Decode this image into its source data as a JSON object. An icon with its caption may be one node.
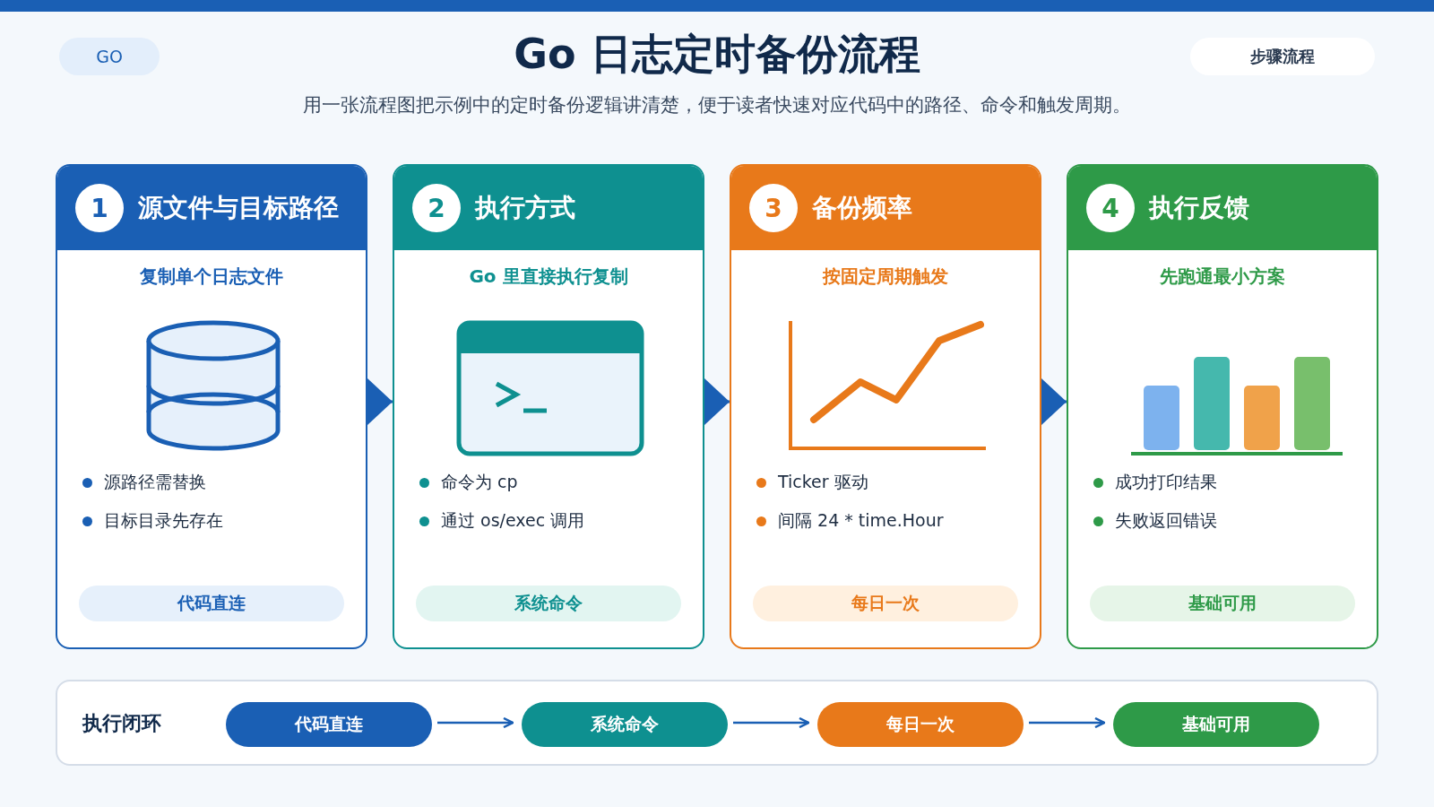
{
  "diagram": {
    "title": "Go 日志定时备份流程",
    "nodes": [
      {
        "text": [
          "1",
          "源文件与目标路径",
          "复制单个日志文件",
          "源路径需替换",
          "目标目录先存在",
          "代码直连"
        ]
      },
      {
        "text": [
          "2",
          "执行方式",
          "Go 里直接执行复制",
          "命令为 cp",
          "通过 os/exec 调用",
          "系统命令"
        ]
      },
      {
        "text": [
          "3",
          "备份频率",
          "按固定周期触发",
          "Ticker 驱动",
          "间隔 24 * time.Hour",
          "每日一次"
        ]
      },
      {
        "text": [
          "4",
          "执行反馈",
          "先跑通最小方案",
          "成功打印结果",
          "失败返回错误",
          "基础可用"
        ]
      },
      {
        "text": [
          "执行闭环"
        ]
      },
      {
        "text": [
          "代码直连"
        ],
        "in": 4
      },
      {
        "text": [
          "系统命令"
        ],
        "in": 4
      },
      {
        "text": [
          "每日一次"
        ],
        "in": 4
      },
      {
        "text": [
          "基础可用"
        ],
        "in": 4
      }
    ],
    "edges": [
      {
        "from": 0,
        "to": 1,
        "arrow": "to"
      },
      {
        "from": 1,
        "to": 2,
        "arrow": "to"
      },
      {
        "from": 2,
        "to": 3,
        "arrow": "to"
      },
      {
        "from": 5,
        "to": 6,
        "arrow": "to"
      },
      {
        "from": 6,
        "to": 7,
        "arrow": "to"
      },
      {
        "from": 7,
        "to": 8,
        "arrow": "to"
      }
    ],
    "labels": [
      "GO",
      "步骤流程",
      "用一张流程图把示例中的定时备份逻辑讲清楚，便于读者快速对应代码中的路径、命令和触发周期。"
    ]
  }
}
